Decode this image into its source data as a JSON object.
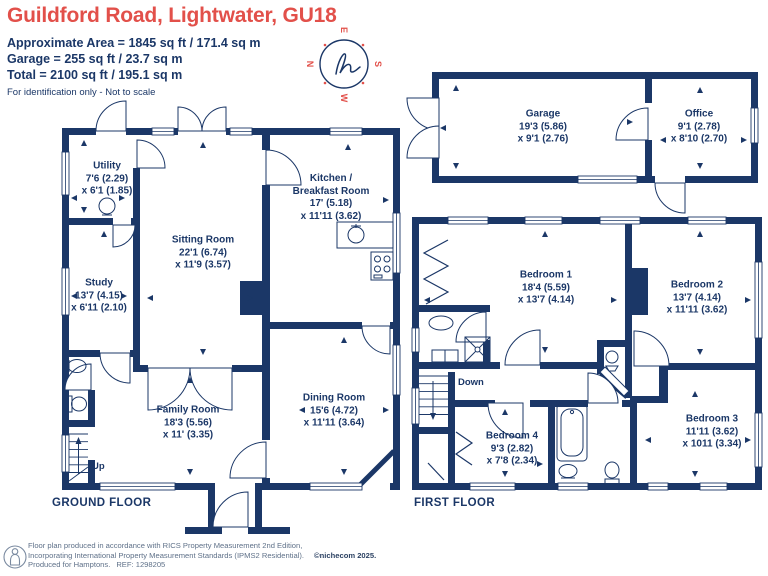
{
  "header": {
    "title": "Guildford Road, Lightwater, GU18",
    "area_line1": "Approximate Area = 1845 sq ft / 171.4 sq m",
    "area_line2": "Garage = 255 sq ft / 23.7 sq m",
    "area_line3": "Total = 2100 sq ft / 195.1 sq m",
    "disclaimer": "For identification only - Not to scale"
  },
  "compass": {
    "north": "N",
    "east": "E",
    "south": "S",
    "west": "W"
  },
  "floors": {
    "ground": {
      "label": "GROUND FLOOR",
      "stairs_label": "Up",
      "rooms": [
        {
          "id": "utility",
          "lines": [
            "Utility",
            "7'6 (2.29)",
            "x 6'1 (1.85)"
          ]
        },
        {
          "id": "study",
          "lines": [
            "Study",
            "13'7 (4.15)",
            "x 6'11 (2.10)"
          ]
        },
        {
          "id": "sitting-room",
          "lines": [
            "Sitting Room",
            "22'1 (6.74)",
            "x 11'9 (3.57)"
          ]
        },
        {
          "id": "kitchen-breakfast-room",
          "lines": [
            "Kitchen /",
            "Breakfast Room",
            "17' (5.18)",
            "x 11'11 (3.62)"
          ]
        },
        {
          "id": "family-room",
          "lines": [
            "Family Room",
            "18'3 (5.56)",
            "x 11' (3.35)"
          ]
        },
        {
          "id": "dining-room",
          "lines": [
            "Dining Room",
            "15'6 (4.72)",
            "x 11'11 (3.64)"
          ]
        }
      ]
    },
    "first": {
      "label": "FIRST FLOOR",
      "stairs_label": "Down",
      "rooms": [
        {
          "id": "garage",
          "lines": [
            "Garage",
            "19'3 (5.86)",
            "x 9'1 (2.76)"
          ]
        },
        {
          "id": "office",
          "lines": [
            "Office",
            "9'1 (2.78)",
            "x 8'10 (2.70)"
          ]
        },
        {
          "id": "bedroom-1",
          "lines": [
            "Bedroom 1",
            "18'4 (5.59)",
            "x 13'7 (4.14)"
          ]
        },
        {
          "id": "bedroom-2",
          "lines": [
            "Bedroom 2",
            "13'7 (4.14)",
            "x 11'11 (3.62)"
          ]
        },
        {
          "id": "bedroom-3",
          "lines": [
            "Bedroom 3",
            "11'11 (3.62)",
            "x 1011 (3.34)"
          ]
        },
        {
          "id": "bedroom-4",
          "lines": [
            "Bedroom 4",
            "9'3 (2.82)",
            "x 7'8 (2.34)"
          ]
        }
      ]
    }
  },
  "footer": {
    "line1": "Floor plan produced in accordance with RICS Property Measurement 2nd Edition,",
    "line2": "Incorporating International Property Measurement Standards (IPMS2 Residential).",
    "copyright": "©nichecom 2025.",
    "line3": "Produced for Hamptons.",
    "ref": "REF: 1298205"
  },
  "colors": {
    "wall_navy": "#1b3767",
    "accent_red": "#e2504a"
  }
}
